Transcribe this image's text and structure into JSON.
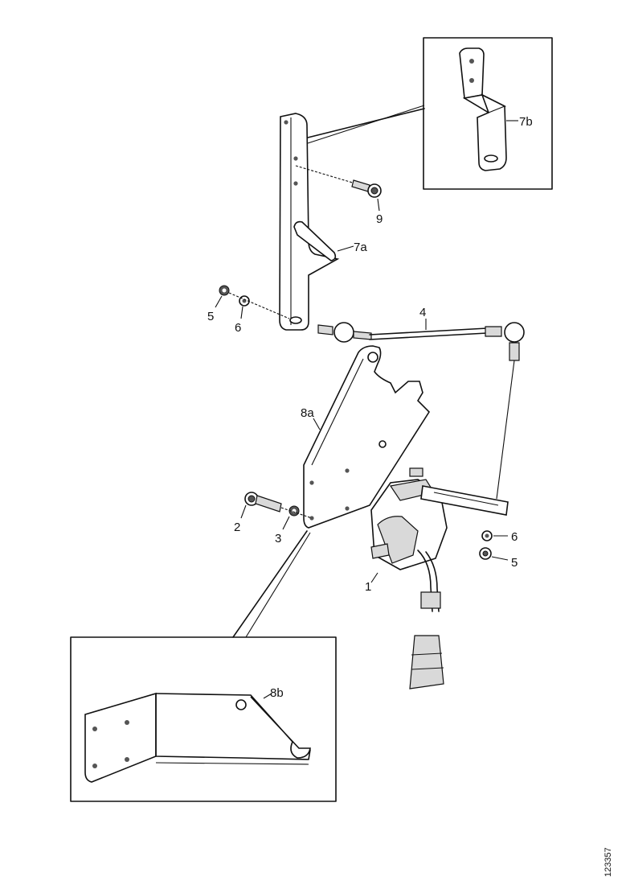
{
  "callouts": {
    "c1": "1",
    "c2": "2",
    "c3": "3",
    "c4": "4",
    "c5a": "5",
    "c5b": "5",
    "c6a": "6",
    "c6b": "6",
    "c7a": "7a",
    "c7b": "7b",
    "c8a": "8a",
    "c8b": "8b",
    "c9": "9"
  },
  "reference_number": "123357"
}
